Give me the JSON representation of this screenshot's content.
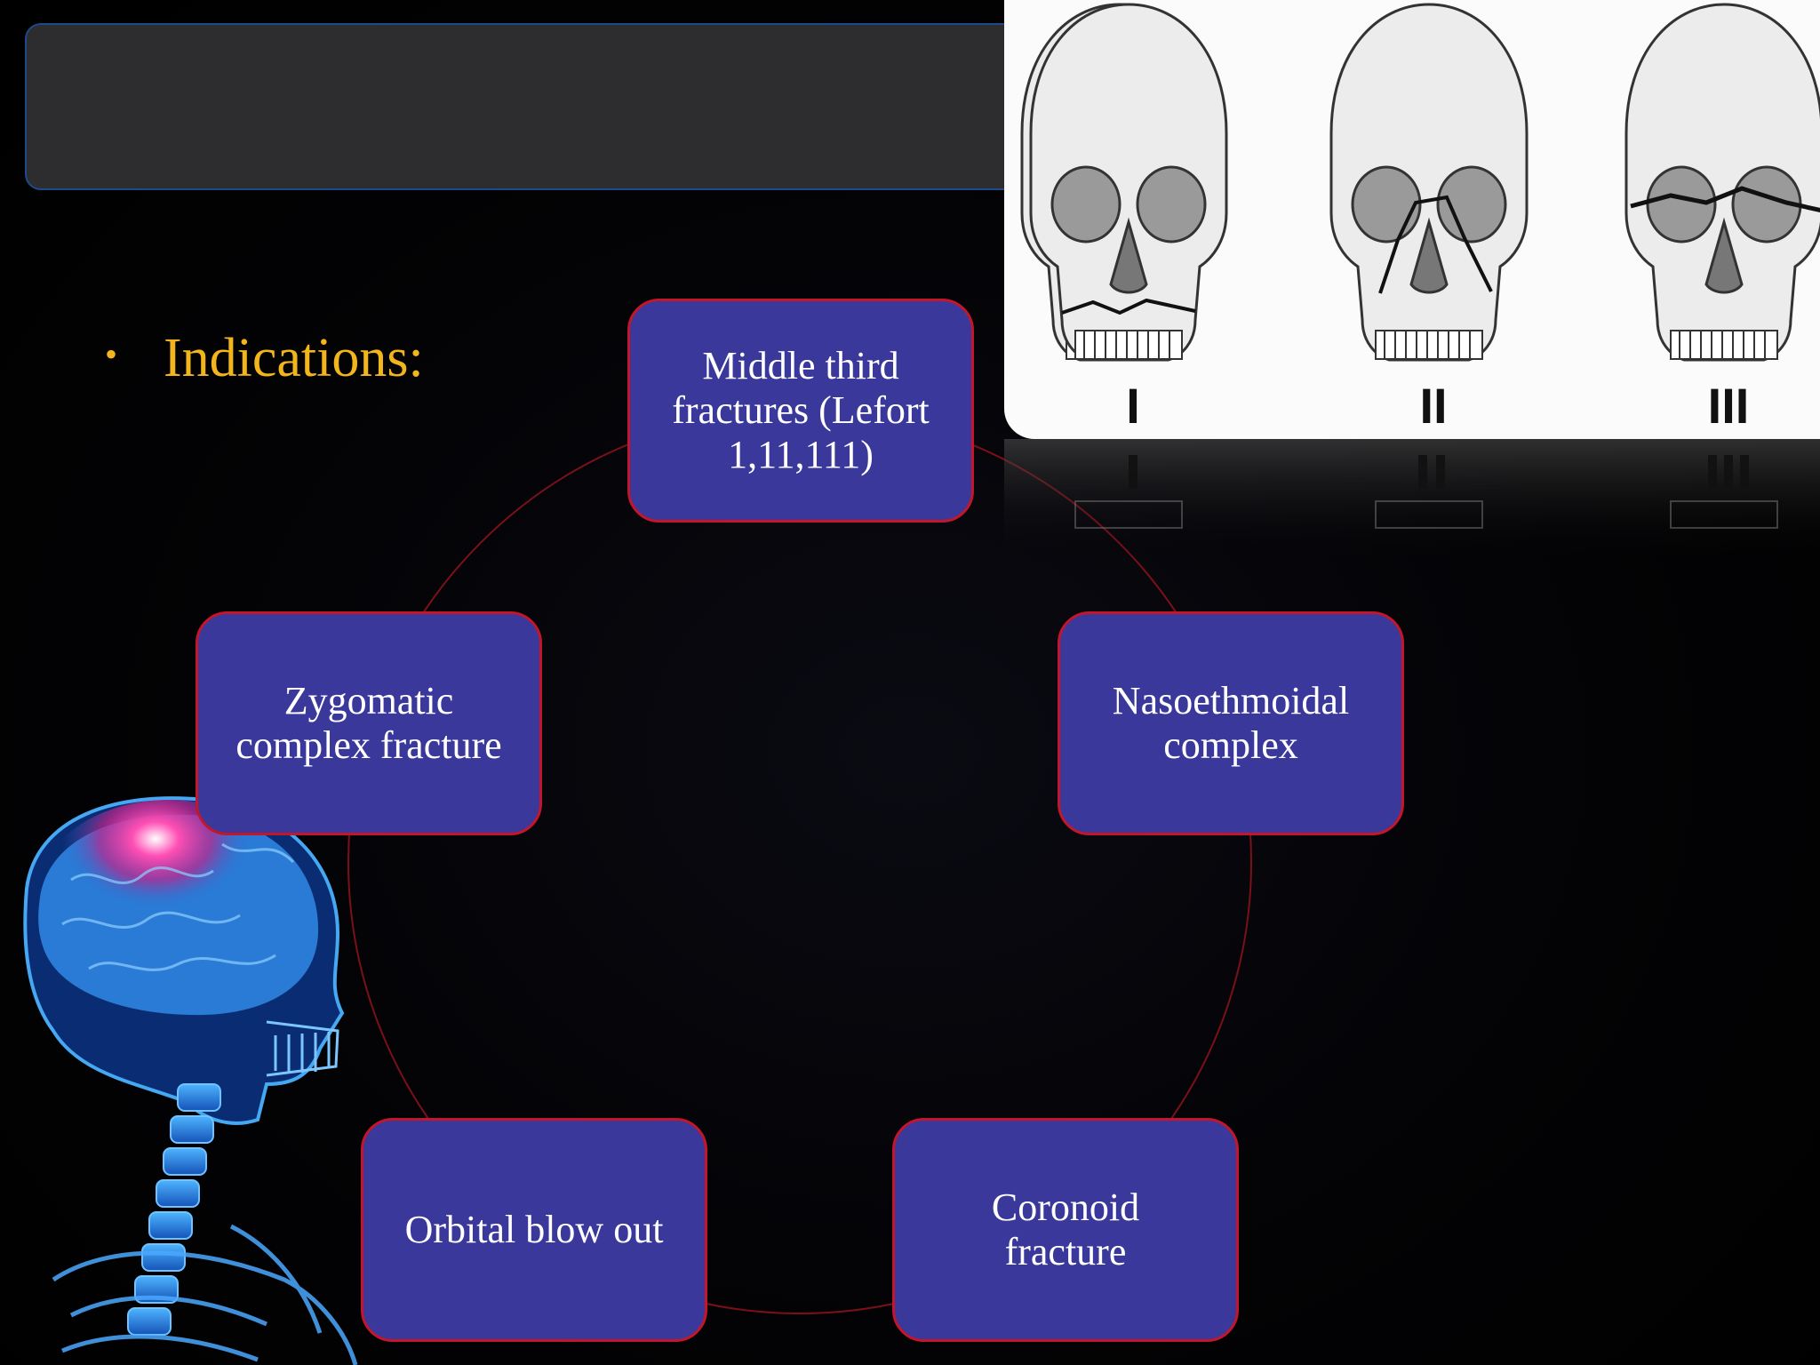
{
  "slide": {
    "bullet_text": "Indications:",
    "bullet_color": "#f2b51c"
  },
  "cycle": {
    "node_fill": "#3b389c",
    "node_border": "#c4162a",
    "nodes": [
      {
        "label": "Middle third\nfractures (Lefort\n1,11,111)"
      },
      {
        "label": "Nasoethmoidal\ncomplex"
      },
      {
        "label": "Coronoid\nfracture"
      },
      {
        "label": "Orbital blow out"
      },
      {
        "label": "Zygomatic\ncomplex  fracture"
      }
    ]
  },
  "skull_image": {
    "labels": [
      "I",
      "II",
      "III"
    ]
  }
}
